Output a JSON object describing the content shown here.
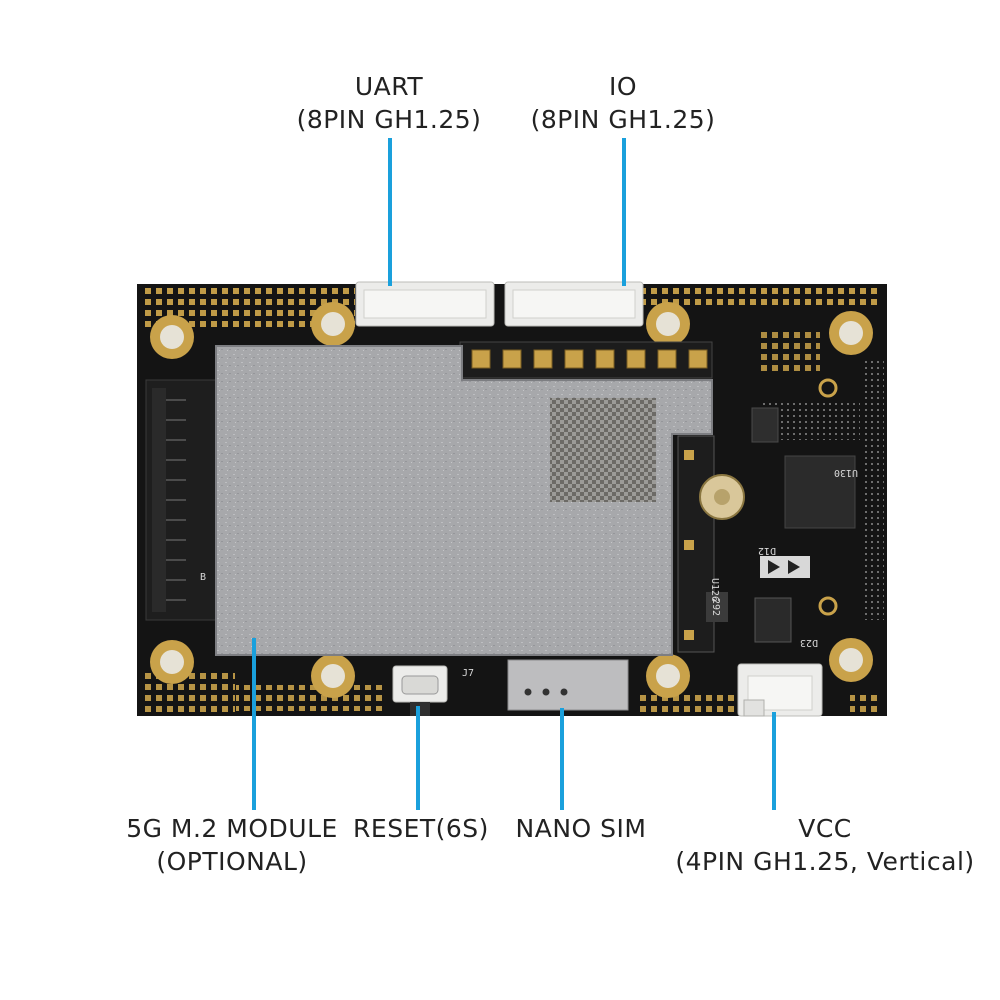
{
  "callouts": {
    "uart": {
      "title": "UART",
      "subtitle": "(8PIN GH1.25)"
    },
    "io": {
      "title": "IO",
      "subtitle": "(8PIN GH1.25)"
    },
    "module": {
      "title": "5G M.2 MODULE",
      "subtitle": "(OPTIONAL)"
    },
    "reset": {
      "title": "RESET(6S)"
    },
    "sim": {
      "title": "NANO SIM"
    },
    "vcc": {
      "title": "VCC",
      "subtitle": "(4PIN GH1.25, Vertical)"
    }
  },
  "silkscreen": {
    "slot_marker": "B",
    "u126": "U126",
    "r292": "292",
    "u130": "U130",
    "d12": "D12",
    "d23": "D23",
    "j7": "J7"
  },
  "colors": {
    "pcb": "#141414",
    "pad": "#c9a24a",
    "shield": "#a9aaad",
    "leader": "#1aa0dc",
    "connector": "#ececea"
  }
}
